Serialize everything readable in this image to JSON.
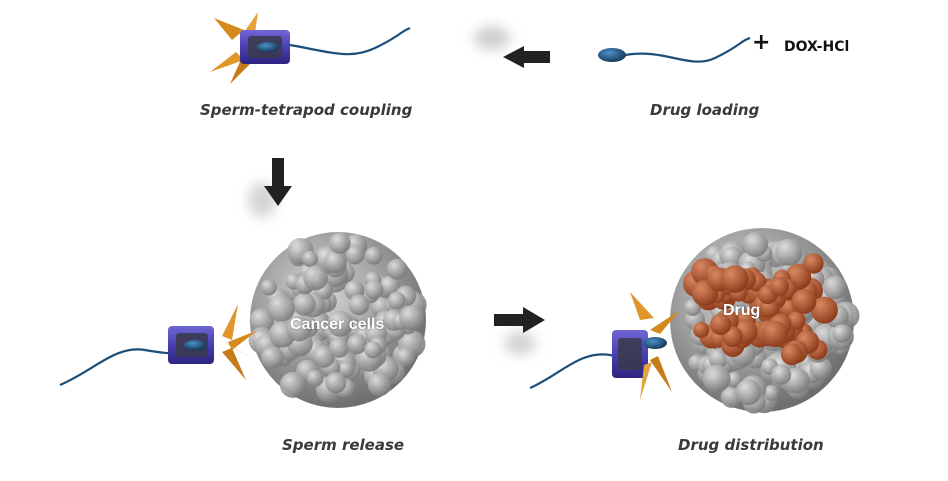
{
  "steps": {
    "coupling": "Sperm-tetrapod coupling",
    "loading": "Drug loading",
    "release": "Sperm release",
    "distribution": "Drug distribution"
  },
  "reagent": {
    "plus": "+",
    "name": "DOX-HCl"
  },
  "cells": {
    "cancer": "Cancer cells",
    "drug": "Drug"
  },
  "colors": {
    "sperm": "#1b4f7a",
    "tetrapod_arms": "#d58a1e",
    "tube": "#4a3fb0",
    "cell": "#9a9a9a",
    "drug": "#b4552a",
    "arrow": "#222222"
  }
}
